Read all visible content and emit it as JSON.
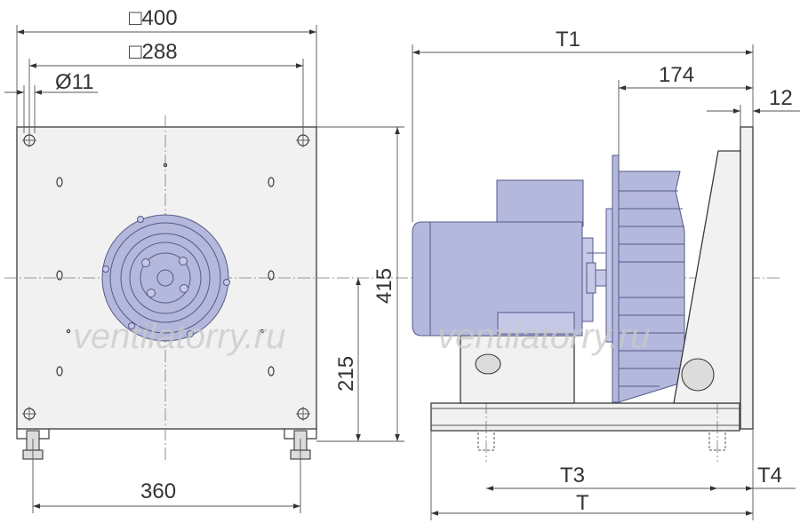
{
  "front_view": {
    "dim_flange_outer": "□400",
    "dim_flange_bolt": "□288",
    "dim_hole_diameter": "Ø11",
    "dim_height": "415",
    "dim_axis_height": "215",
    "dim_foot_spacing": "360"
  },
  "side_view": {
    "dim_total_length": "T1",
    "dim_impeller_depth": "174",
    "dim_flange_thickness": "12",
    "dim_base_holes": "T3",
    "dim_base_length": "T",
    "dim_offset": "T4"
  },
  "watermark": "ventilatorry.ru",
  "colors": {
    "component_fill": "#b4b8dc",
    "line": "#3a3a3a"
  }
}
